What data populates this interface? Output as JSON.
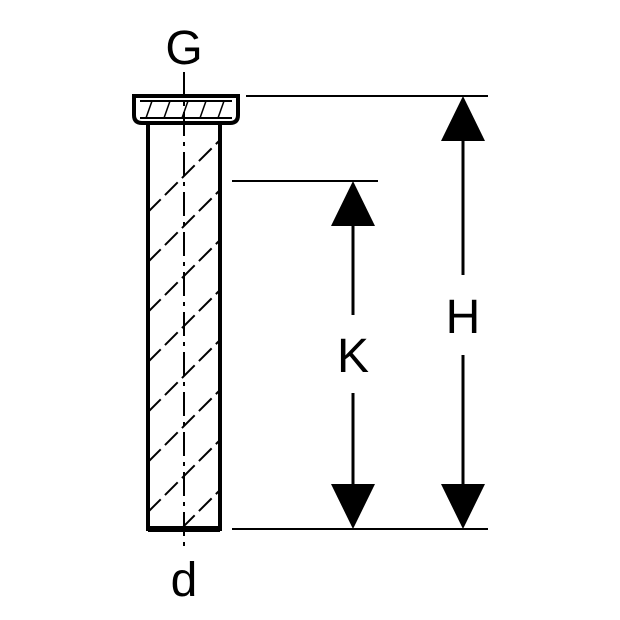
{
  "labels": {
    "top": "G",
    "bottom": "d",
    "inner_dimension": "K",
    "outer_dimension": "H"
  },
  "colors": {
    "stroke": "#000000",
    "background": "#ffffff"
  }
}
